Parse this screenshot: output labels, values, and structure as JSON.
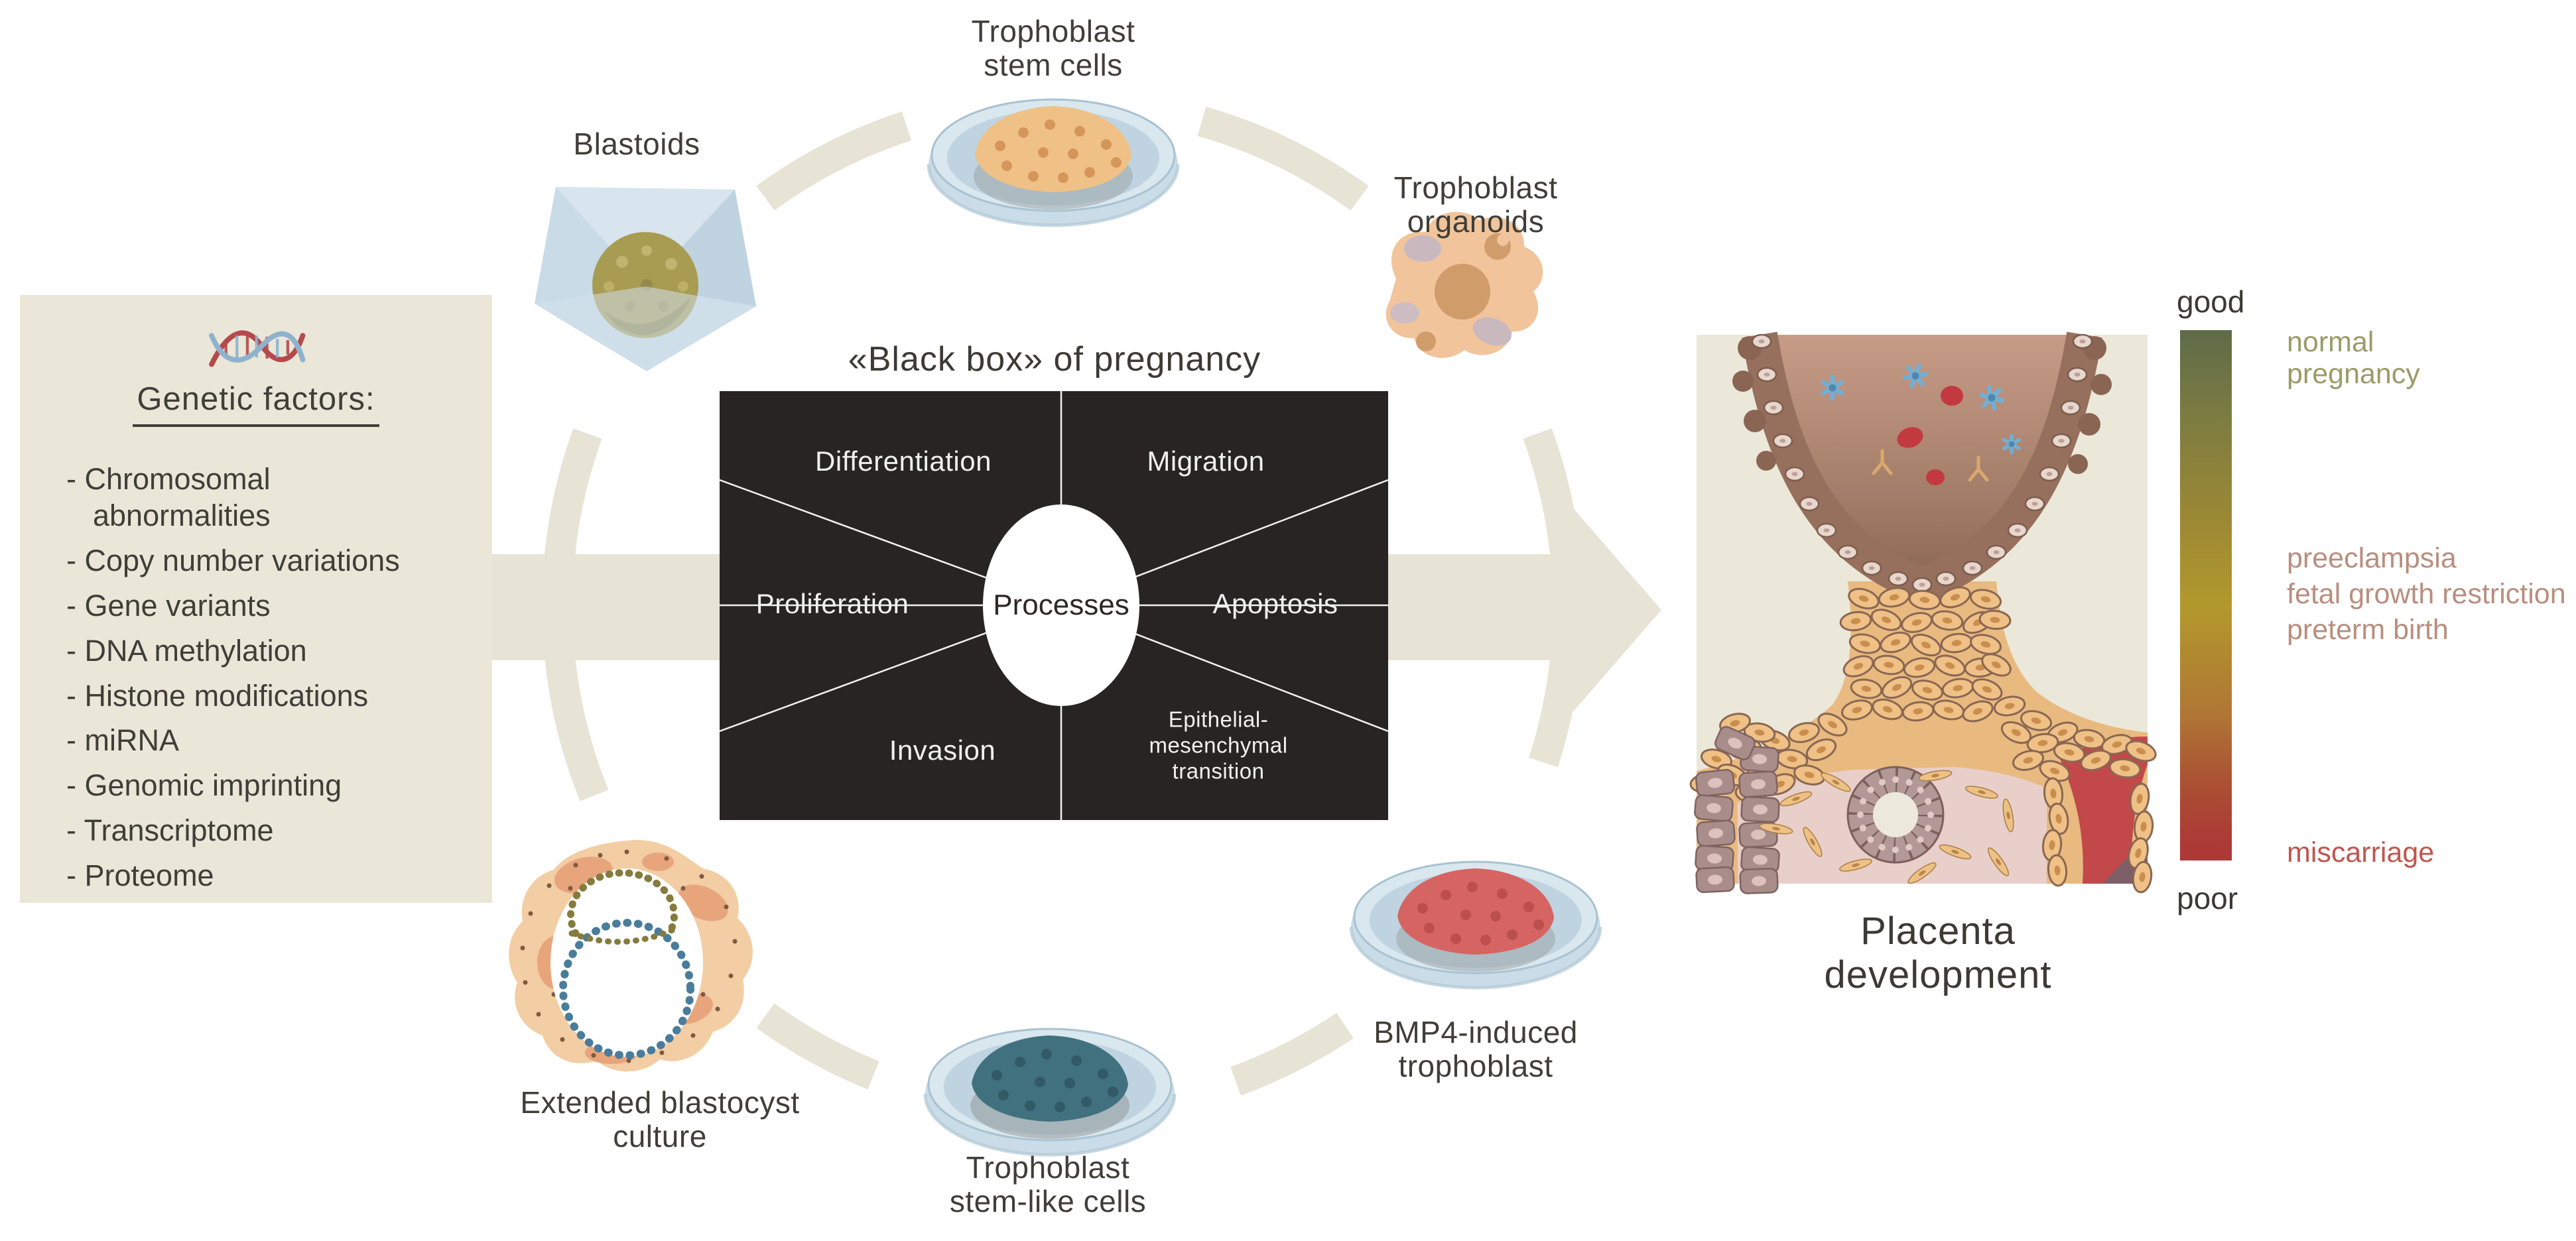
{
  "left_panel": {
    "title": "Genetic factors:",
    "items": [
      "- Chromosomal abnormalities",
      "- Copy number variations",
      "- Gene variants",
      "- DNA methylation",
      "- Histone modifications",
      "- miRNA",
      "- Genomic imprinting",
      "- Transcriptome",
      "- Proteome"
    ]
  },
  "black_box": {
    "title": "«Black box» of pregnancy",
    "center_label": "Processes",
    "processes": [
      "Differentiation",
      "Migration",
      "Proliferation",
      "Apoptosis",
      "Invasion",
      "Epithelial-mesenchymal\ntransition"
    ]
  },
  "models": {
    "blastoids": "Blastoids",
    "trophoblast_stem_cells": "Trophoblast\nstem cells",
    "trophoblast_organoids": "Trophoblast\norganoids",
    "bmp4_induced_trophoblast": "BMP4-induced\ntrophoblast",
    "trophoblast_stem_like_cells": "Trophoblast\nstem-like cells",
    "extended_blastocyst_culture": "Extended blastocyst\nculture"
  },
  "outcome": {
    "placenta_label": "Placenta\ndevelopment",
    "scale_top": "good",
    "scale_bottom": "poor",
    "normal_pregnancy": "normal\npregnancy",
    "preeclampsia": "preeclampsia",
    "fetal_growth_restriction": "fetal growth restriction",
    "preterm_birth": "preterm birth",
    "miscarriage": "miscarriage"
  },
  "icons": {
    "dna": "dna-icon",
    "petri_dish": "petri-dish-icon",
    "blastoid_vessel": "blastoid-vessel-icon",
    "organoid": "organoid-icon",
    "blastocyst": "blastocyst-icon",
    "flow_arrow": "right-arrow"
  },
  "colors": {
    "panel_beige": "#eae7d9",
    "ring_beige": "#e7e4d5",
    "black_box": "#282423",
    "scale_good": "#5e6b48",
    "scale_mid": "#b2992c",
    "scale_poor": "#ac3936",
    "normal_pregnancy_text": "#9b9b68",
    "complication_text": "#b98e7e",
    "miscarriage_text": "#c0564f",
    "stem_cells_culture": "#efc187",
    "bmp4_culture": "#d66462",
    "stem_like_culture": "#41717f"
  }
}
